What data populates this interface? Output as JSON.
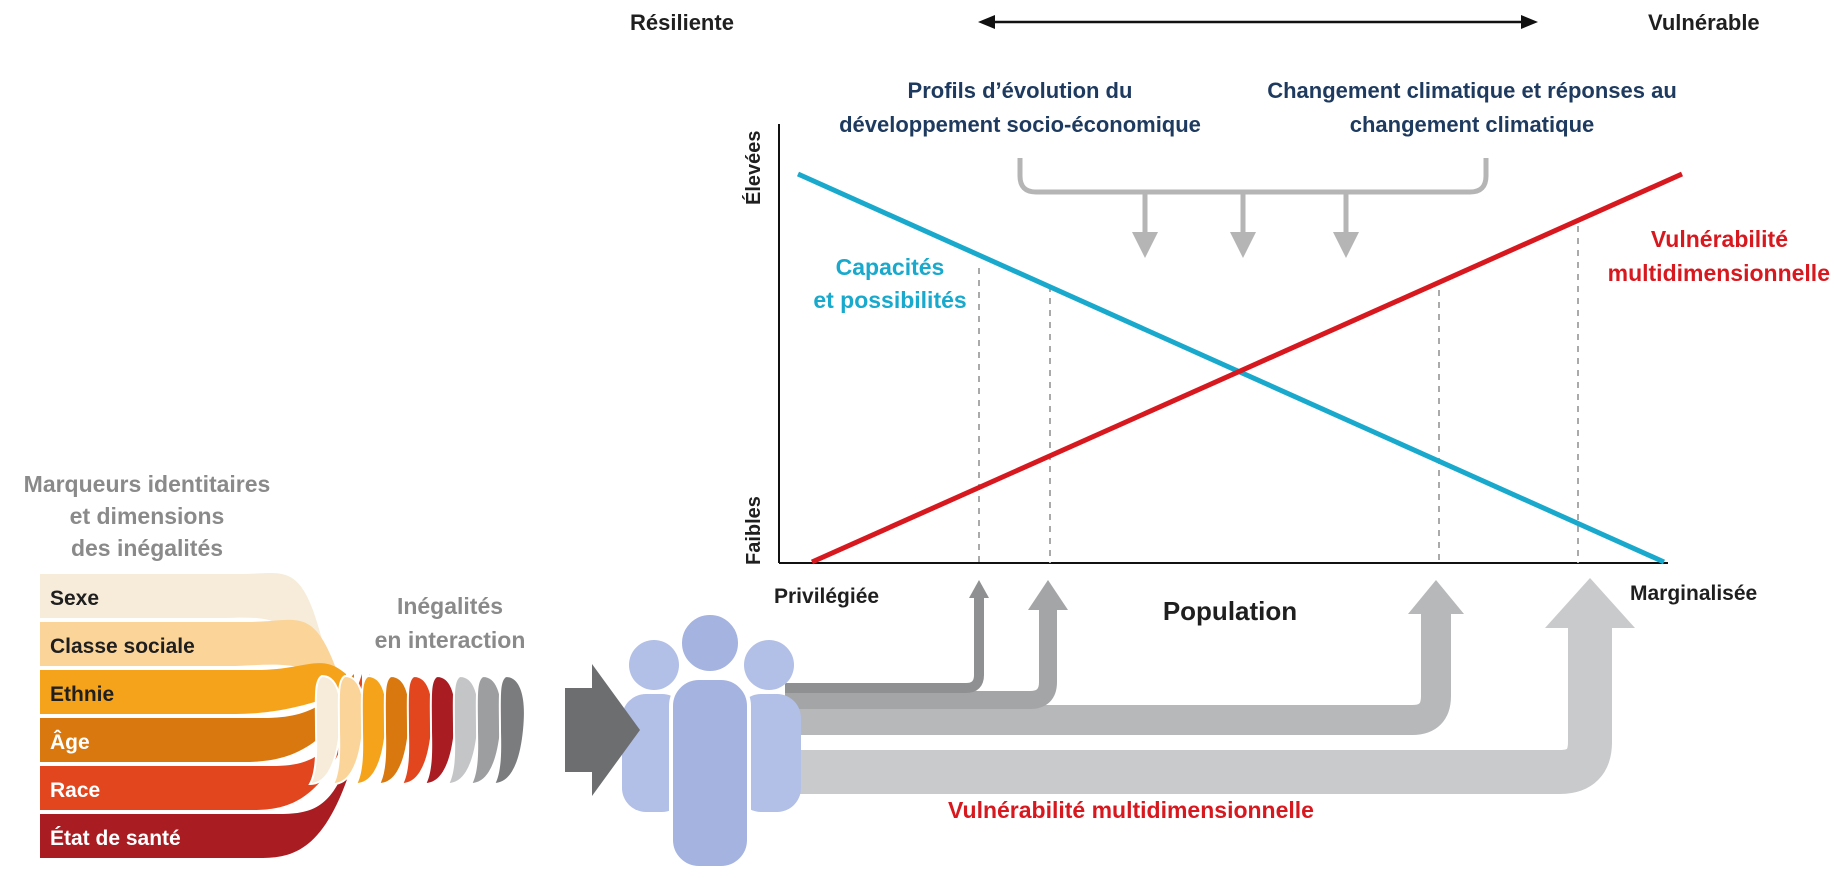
{
  "scale": {
    "left_label": "Résiliente",
    "right_label": "Vulnérable"
  },
  "drivers": {
    "left_line1": "Profils d’évolution du",
    "left_line2": "développement socio-économique",
    "right_line1": "Changement climatique et réponses au",
    "right_line2": "changement climatique"
  },
  "axes": {
    "y_high": "Élevées",
    "y_low": "Faibles",
    "x_left": "Privilégiée",
    "x_center": "Population",
    "x_right": "Marginalisée"
  },
  "lines": {
    "capacities": {
      "line1": "Capacités",
      "line2": "et possibilités",
      "color": "#19a9cc"
    },
    "vulnerability": {
      "line1": "Vulnérabilité",
      "line2": "multidimensionnelle",
      "color": "#d7191f"
    }
  },
  "markers": {
    "title_line1": "Marqueurs identitaires",
    "title_line2": "et dimensions",
    "title_line3": "des inégalités",
    "items": [
      {
        "label": "Sexe",
        "color": "#f6ecd9",
        "text_color": "#1f1f1f"
      },
      {
        "label": "Classe sociale",
        "color": "#fbd49a",
        "text_color": "#1f1f1f"
      },
      {
        "label": "Ethnie",
        "color": "#f5a31b",
        "text_color": "#1f1f1f"
      },
      {
        "label": "Âge",
        "color": "#d9780f",
        "text_color": "#ffffff"
      },
      {
        "label": "Race",
        "color": "#e2461f",
        "text_color": "#ffffff"
      },
      {
        "label": "État de santé",
        "color": "#a81c22",
        "text_color": "#ffffff"
      }
    ]
  },
  "interaction": {
    "line1": "Inégalités",
    "line2": "en interaction"
  },
  "bottom_label": "Vulnérabilité multidimensionnelle"
}
